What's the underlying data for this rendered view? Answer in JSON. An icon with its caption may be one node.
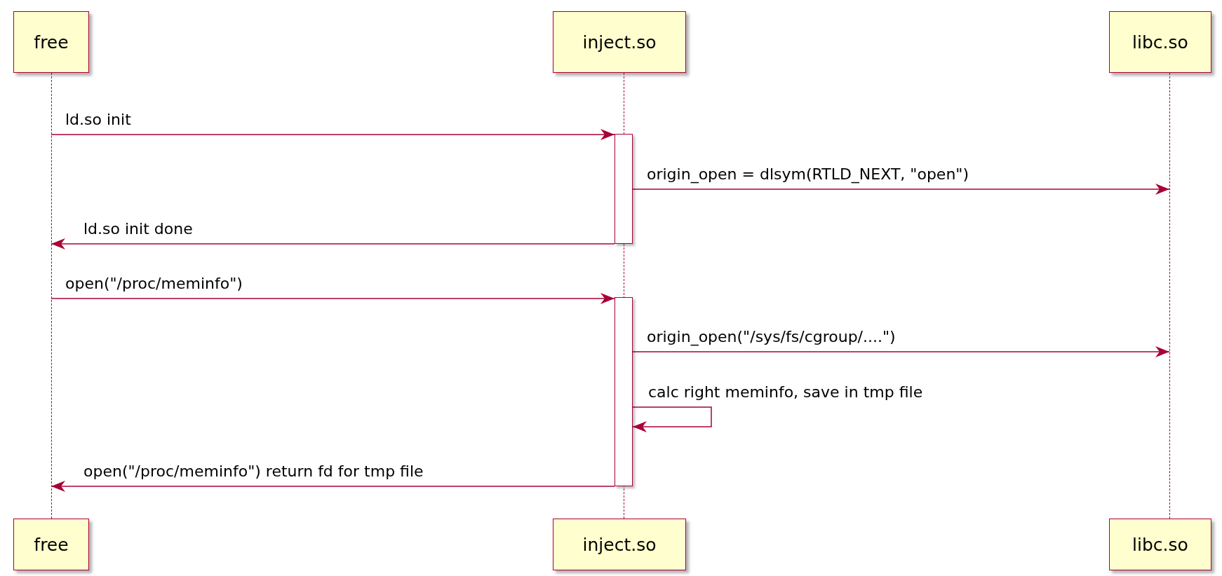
{
  "diagram": {
    "nodes": [
      {
        "text": [
          "free"
        ]
      },
      {
        "text": [
          "inject.so"
        ]
      },
      {
        "text": [
          "libc.so"
        ]
      },
      {
        "text": [],
        "shape": "line"
      },
      {
        "text": [],
        "shape": "line"
      },
      {
        "text": [],
        "shape": "line"
      },
      {
        "text": [],
        "shape": "bar"
      },
      {
        "text": [],
        "shape": "bar"
      },
      {
        "text": [
          "free"
        ]
      },
      {
        "text": [
          "inject.so"
        ]
      },
      {
        "text": [
          "libc.so"
        ]
      }
    ],
    "edges": [
      {
        "from": 3,
        "to": 6,
        "arrow": "to",
        "label": "ld.so init"
      },
      {
        "from": 6,
        "to": 5,
        "arrow": "to",
        "label": "origin_open = dlsym(RTLD_NEXT, \"open\")"
      },
      {
        "from": 6,
        "to": 3,
        "arrow": "to",
        "label": "ld.so init done"
      },
      {
        "from": 3,
        "to": 7,
        "arrow": "to",
        "label": "open(\"/proc/meminfo\")"
      },
      {
        "from": 7,
        "to": 5,
        "arrow": "to",
        "label": "origin_open(\"/sys/fs/cgroup/....\")"
      },
      {
        "from": 7,
        "to": 7,
        "arrow": "to",
        "label": "calc right meminfo, save in tmp file"
      },
      {
        "from": 7,
        "to": 3,
        "arrow": "to",
        "label": "open(\"/proc/meminfo\") return fd for tmp file"
      }
    ]
  }
}
